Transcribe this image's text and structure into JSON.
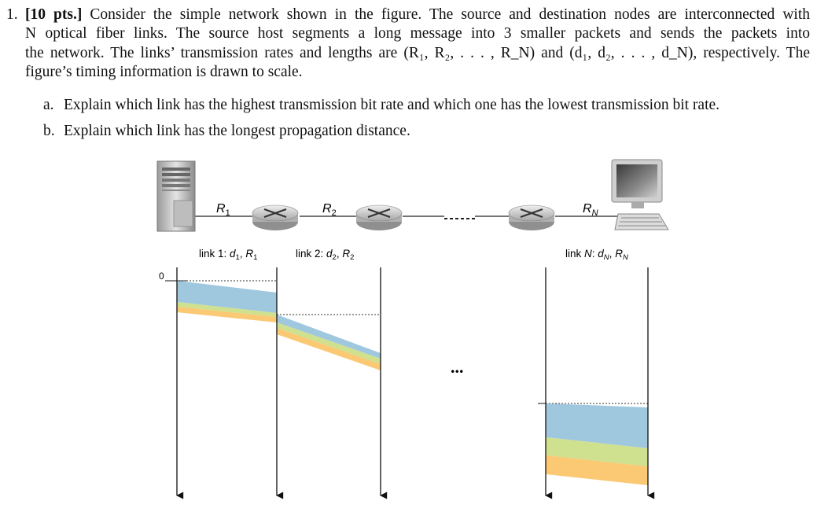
{
  "question": {
    "number": "1.",
    "points": "[10 pts.]",
    "lines": [
      "Consider the simple network shown in the figure. The source and destination nodes are interconnected with",
      "N optical fiber links.  The source host segments a long message into 3 smaller packets and sends the packets into",
      "the network. The links’ transmission rates and lengths are (R₁, R₂, . . . , R_N) and (d₁, d₂, . . . , d_N), respectively. The",
      "figure’s timing information is drawn to scale."
    ],
    "parts": [
      {
        "label": "a.",
        "text": "Explain which link has the highest transmission bit rate and which one has the lowest transmission bit rate."
      },
      {
        "label": "b.",
        "text": "Explain which link has the longest propagation distance."
      }
    ]
  },
  "figure": {
    "rate_labels": [
      "R",
      "R",
      "R"
    ],
    "rate_subs": [
      "1",
      "2",
      "N"
    ],
    "link_labels": [
      {
        "prefix": "link 1: ",
        "d": "d",
        "dsub": "1",
        "r": "R",
        "rsub": "1"
      },
      {
        "prefix": "link 2: ",
        "d": "d",
        "dsub": "2",
        "r": "R",
        "rsub": "2"
      },
      {
        "prefix": "link ",
        "n": "N",
        "colon": ": ",
        "d": "d",
        "dsub": "N",
        "r": "R",
        "rsub": "N"
      }
    ],
    "time_origin": "0",
    "ellipsis": "...",
    "colors": {
      "packet1": "#9fc8df",
      "packet2": "#cfe08e",
      "packet3": "#fbc874"
    }
  }
}
